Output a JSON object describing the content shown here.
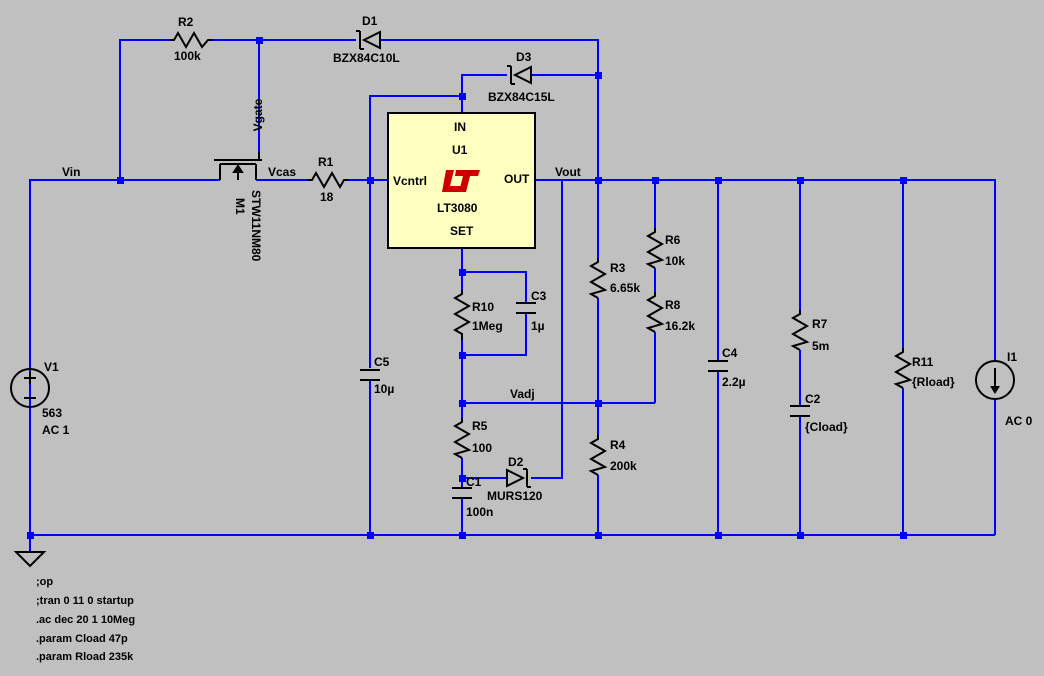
{
  "colors": {
    "background": "#c0c0c0",
    "wire": "#0000ff",
    "component": "#000000",
    "ic_fill": "#ffffc0",
    "logo": "#cc0000",
    "text": "#000000"
  },
  "nets": {
    "vin": "Vin",
    "vgate": "Vgate",
    "vcas": "Vcas",
    "vcntrl": "Vcntrl",
    "vout": "Vout",
    "vadj": "Vadj"
  },
  "components": {
    "r2": {
      "ref": "R2",
      "value": "100k"
    },
    "d1": {
      "ref": "D1",
      "value": "BZX84C10L"
    },
    "d3": {
      "ref": "D3",
      "value": "BZX84C15L"
    },
    "m1": {
      "ref": "M1",
      "value": "STW11NM80"
    },
    "r1": {
      "ref": "R1",
      "value": "18"
    },
    "u1": {
      "ref": "U1",
      "value": "LT3080",
      "pins": {
        "in": "IN",
        "vcntrl": "Vcntrl",
        "out": "OUT",
        "set": "SET"
      },
      "logo_icon": "lt-logo-icon"
    },
    "r10": {
      "ref": "R10",
      "value": "1Meg"
    },
    "c3": {
      "ref": "C3",
      "value": "1µ"
    },
    "r5": {
      "ref": "R5",
      "value": "100"
    },
    "c1": {
      "ref": "C1",
      "value": "100n"
    },
    "d2": {
      "ref": "D2",
      "value": "MURS120"
    },
    "c5": {
      "ref": "C5",
      "value": "10µ"
    },
    "r3": {
      "ref": "R3",
      "value": "6.65k"
    },
    "r4": {
      "ref": "R4",
      "value": "200k"
    },
    "r6": {
      "ref": "R6",
      "value": "10k"
    },
    "r8": {
      "ref": "R8",
      "value": "16.2k"
    },
    "c4": {
      "ref": "C4",
      "value": "2.2µ"
    },
    "r7": {
      "ref": "R7",
      "value": "5m"
    },
    "c2": {
      "ref": "C2",
      "value": "{Cload}"
    },
    "r11": {
      "ref": "R11",
      "value": "{Rload}"
    },
    "v1": {
      "ref": "V1",
      "value": "563",
      "ac": "AC 1"
    },
    "i1": {
      "ref": "I1",
      "value": "AC 0"
    }
  },
  "directives": [
    ";op",
    ";tran 0 11 0 startup",
    ".ac dec 20 1 10Meg",
    ".param Cload 47p",
    ".param Rload 235k"
  ]
}
